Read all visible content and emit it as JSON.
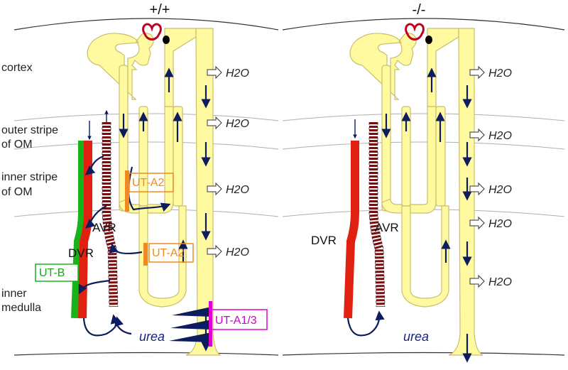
{
  "panels": {
    "left_title": "+/+",
    "right_title": "-/-"
  },
  "zones": {
    "cortex": "cortex",
    "outer_stripe_1": "outer stripe",
    "outer_stripe_2": "of OM",
    "inner_stripe_1": "inner stripe",
    "inner_stripe_2": "of OM",
    "inner_medulla_1": "inner",
    "inner_medulla_2": "medulla"
  },
  "labels": {
    "water": "H2O",
    "urea": "urea",
    "dvr": "DVR",
    "avr": "AVR",
    "ut_a2": "UT-A2",
    "ut_b": "UT-B",
    "ut_a13": "UT-A1/3"
  },
  "colors": {
    "tubule_fill": "#fffaa0",
    "tubule_stroke": "#c8bf6a",
    "dvr": "#e02010",
    "avr": "#7a0c10",
    "arrow": "#0d1c5e",
    "ut_a2": "#f08a20",
    "ut_b": "#19b319",
    "ut_a13": "#e000d0"
  }
}
